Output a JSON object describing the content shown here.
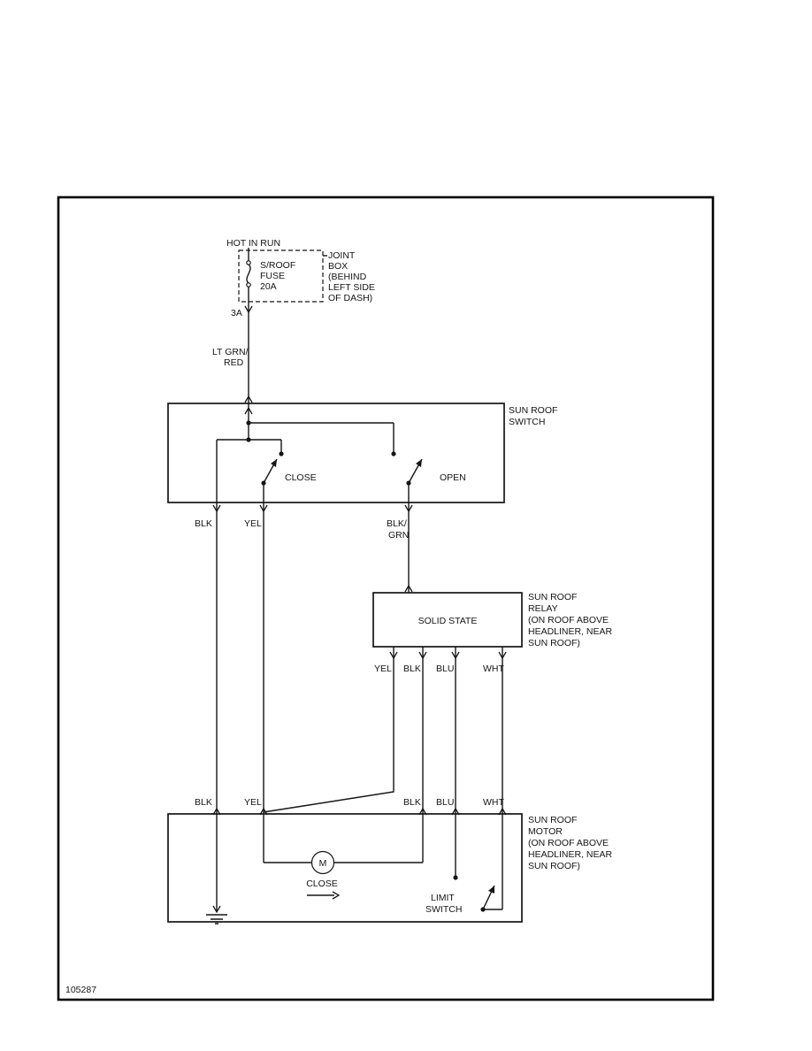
{
  "figure_number": "105287",
  "power": {
    "hot_in_run": "HOT IN RUN",
    "fuse_lines": [
      "S/ROOF",
      "FUSE",
      "20A"
    ],
    "joint_box_lines": [
      "JOINT",
      "BOX",
      "(BEHIND",
      "LEFT SIDE",
      "OF DASH)"
    ],
    "connector": "3A",
    "wire_lines": [
      "LT GRN/",
      "RED"
    ]
  },
  "sunroof_switch": {
    "label_lines": [
      "SUN ROOF",
      "SWITCH"
    ],
    "close": "CLOSE",
    "open": "OPEN",
    "wire_blk": "BLK",
    "wire_yel": "YEL",
    "wire_blkgrn_lines": [
      "BLK/",
      "GRN"
    ]
  },
  "relay": {
    "box_text": "SOLID STATE",
    "label_lines": [
      "SUN ROOF",
      "RELAY",
      "(ON ROOF ABOVE",
      "HEADLINER, NEAR",
      "SUN ROOF)"
    ],
    "wires": [
      "YEL",
      "BLK",
      "BLU",
      "WHT"
    ]
  },
  "motor": {
    "label_lines": [
      "SUN ROOF",
      "MOTOR",
      "(ON ROOF ABOVE",
      "HEADLINER, NEAR",
      "SUN ROOF)"
    ],
    "wires": [
      "BLK",
      "YEL",
      "BLK",
      "BLU",
      "WHT"
    ],
    "motor_letter": "M",
    "close": "CLOSE",
    "limit_switch_lines": [
      "LIMIT",
      "SWITCH"
    ]
  }
}
